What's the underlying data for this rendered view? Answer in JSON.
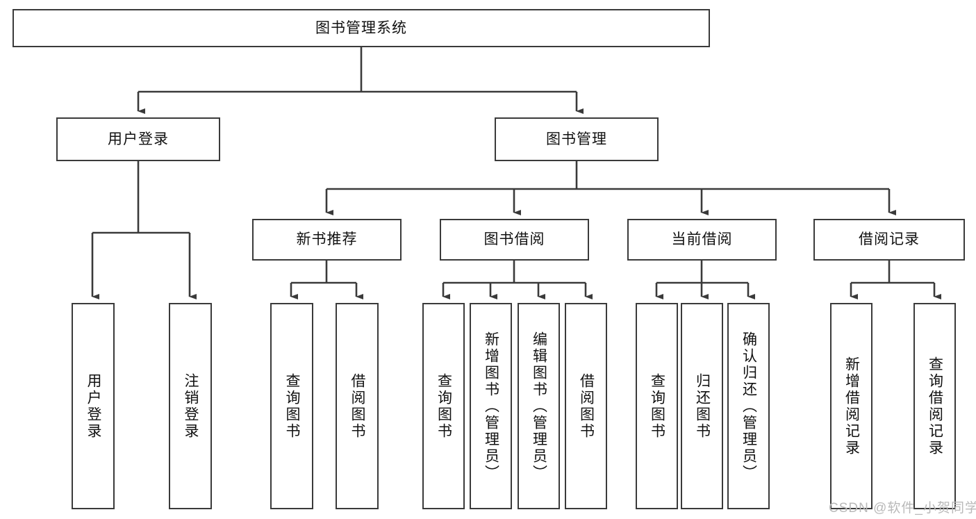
{
  "diagram": {
    "title_text": "图书管理系统",
    "type": "tree-hierarchy-diagram",
    "root": {
      "label": "图书管理系统"
    },
    "level2": [
      {
        "label": "用户登录"
      },
      {
        "label": "图书管理"
      }
    ],
    "level3": [
      {
        "label": "新书推荐"
      },
      {
        "label": "图书借阅"
      },
      {
        "label": "当前借阅"
      },
      {
        "label": "借阅记录"
      }
    ],
    "leaves": {
      "user_login": [
        {
          "label": "用户登录"
        },
        {
          "label": "注销登录"
        }
      ],
      "new_book_recommend": [
        {
          "label": "查询图书"
        },
        {
          "label": "借阅图书"
        }
      ],
      "book_borrow": [
        {
          "label": "查询图书"
        },
        {
          "label": "新增图书（管理员）"
        },
        {
          "label": "编辑图书（管理员）"
        },
        {
          "label": "借阅图书"
        }
      ],
      "current_borrow": [
        {
          "label": "查询图书"
        },
        {
          "label": "归还图书"
        },
        {
          "label": "确认归还（管理员）"
        }
      ],
      "borrow_record": [
        {
          "label": "新增借阅记录"
        },
        {
          "label": "查询借阅记录"
        }
      ]
    },
    "watermark": "CSDN @软件_小贺同学",
    "colors": {
      "box_border": "#3a3a3a",
      "box_fill": "#ffffff",
      "connector": "#3a3a3a",
      "text": "#111111",
      "watermark": "#b9b9b9",
      "background": "#ffffff"
    }
  }
}
